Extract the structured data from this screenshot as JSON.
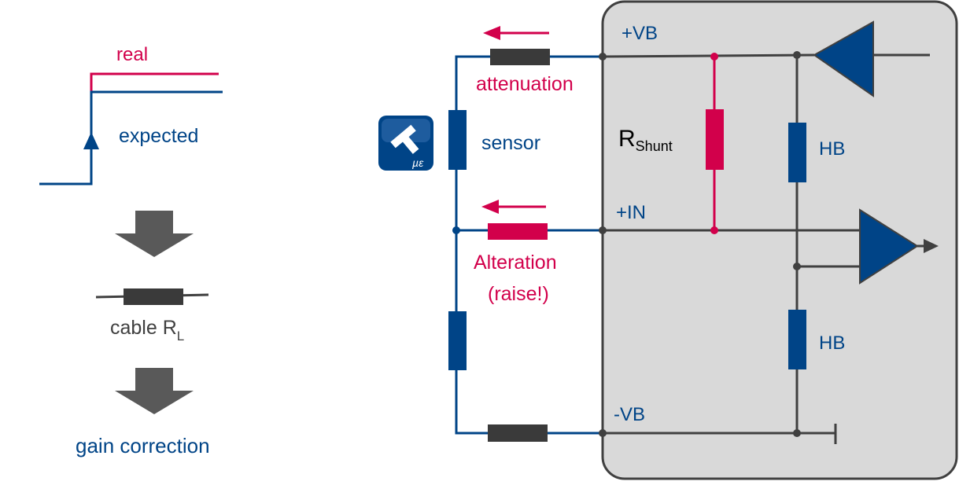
{
  "colors": {
    "blue": "#004487",
    "red": "#d2004b",
    "grey": "#404040",
    "dark_grey": "#3a3a3a",
    "box_fill": "#d9d9d9",
    "box_stroke": "#404040",
    "arrow_grey": "#595959"
  },
  "left": {
    "real_label": "real",
    "expected_label": "expected",
    "cable_label": "cable R",
    "cable_subscript": "L",
    "gain_label": "gain correction"
  },
  "circuit": {
    "vb_plus": "+VB",
    "in_plus": "+IN",
    "vb_minus": "-VB",
    "attenuation": "attenuation",
    "alteration": "Alteration",
    "raise": "(raise!)",
    "sensor": "sensor",
    "shunt_main": "R",
    "shunt_sub": "Shunt",
    "hb_top": "HB",
    "hb_bottom": "HB"
  },
  "icons": {
    "sensor_logo": "strain-gauge-logo-icon",
    "logo_text": "µε"
  }
}
